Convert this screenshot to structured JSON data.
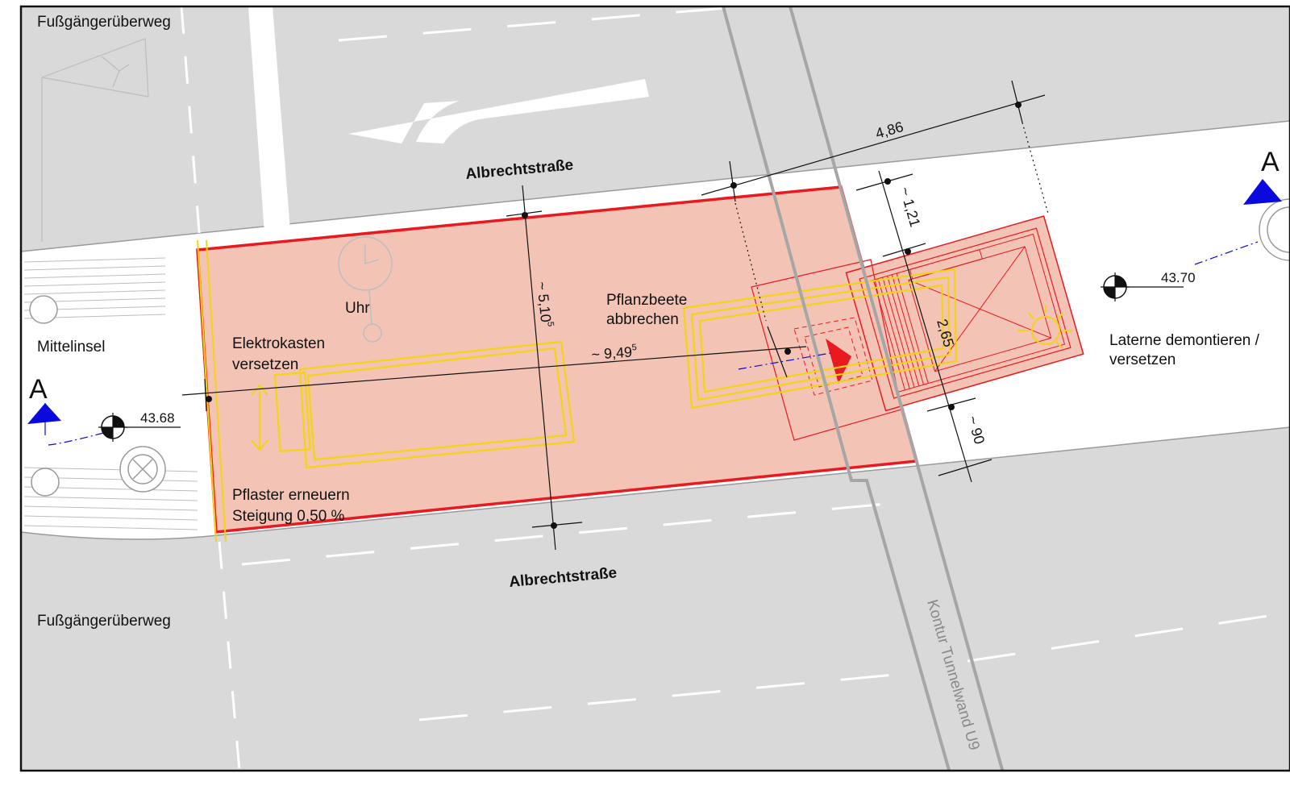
{
  "labels": {
    "crossing_top": "Fußgängerüberweg",
    "crossing_bottom": "Fußgängerüberweg",
    "street_top": "Albrechtstraße",
    "street_bottom": "Albrechtstraße",
    "median": "Mittelinsel",
    "clock": "Uhr",
    "electric_box_1": "Elektrokasten",
    "electric_box_2": "versetzen",
    "paving_1": "Pflaster erneuern",
    "paving_2": "Steigung 0,50 %",
    "planters_1": "Pflanzbeete",
    "planters_2": "abbrechen",
    "lamp_1": "Laterne demontieren /",
    "lamp_2": "versetzen",
    "tunnel": "Kontur Tunnelwand U9"
  },
  "section_marks": {
    "left": "A",
    "right": "A"
  },
  "elevations": {
    "left": "43.68",
    "right": "43.70"
  },
  "dimensions": {
    "width_main": "~ 5,10",
    "width_main_sup": "5",
    "length_main": "~ 9,49",
    "length_main_sup": "5",
    "stair_length": "4,86",
    "offset_top": "~ 1,21",
    "stair_width": "2,65",
    "offset_bottom": "~ 90"
  },
  "colors": {
    "road": "#d9d9d9",
    "sidewalk": "#ffffff",
    "area_fill": "#f3c4b6",
    "area_outline": "#e8191f",
    "planter": "#f2d40f",
    "section_arrow": "#0a0adf",
    "tunnel": "#a6a6a6",
    "dimension": "#111111"
  },
  "icons": [
    "section-arrow-icon",
    "elevation-marker-icon",
    "clock-icon",
    "lamp-icon",
    "direction-arrow-icon"
  ]
}
